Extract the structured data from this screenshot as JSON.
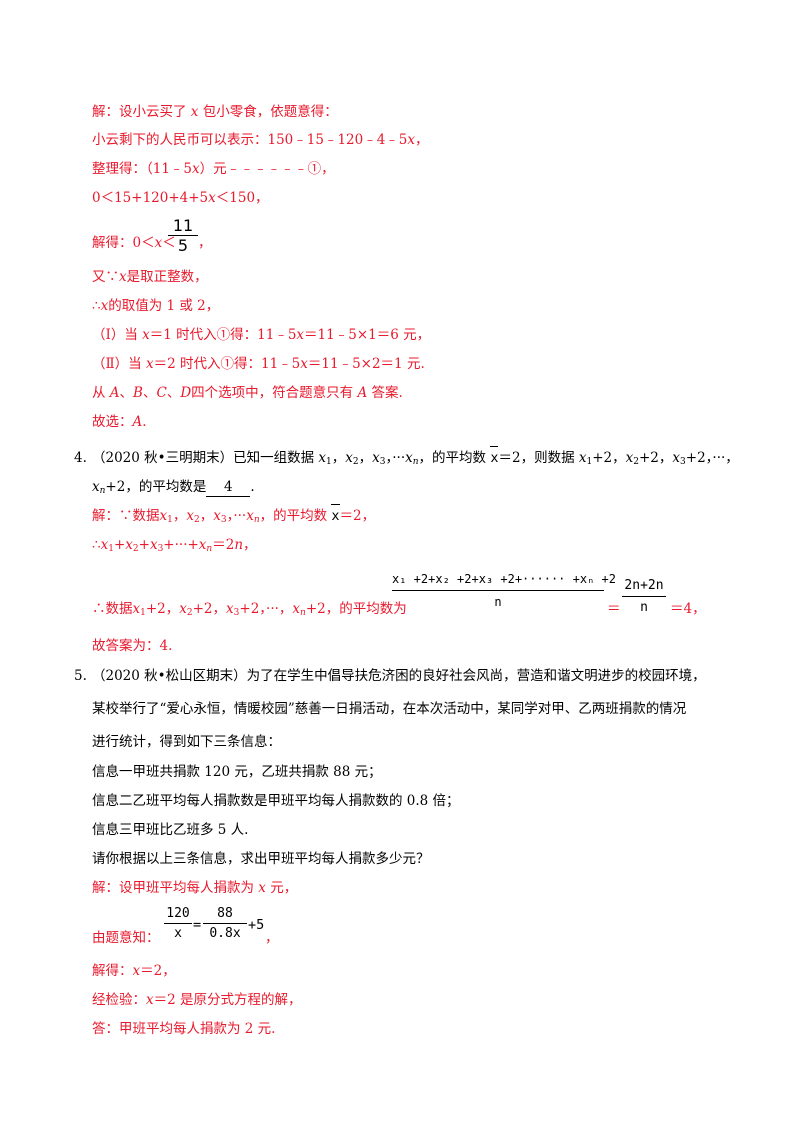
{
  "sol3": {
    "l1": "解：设小云买了",
    "l1b": "x",
    "l1c": "包小零食，依题意得：",
    "l2": "小云剩下的人民币可以表示：150﹣15﹣120﹣4﹣5",
    "l2b": "x",
    "l2c": "，",
    "l3": "整理得：（11﹣5",
    "l3b": "x",
    "l3c": "）元﹣﹣﹣﹣﹣﹣①，",
    "l4": "0＜15+120+4+5",
    "l4b": "x",
    "l4c": "＜150，",
    "l5": "解得：0＜",
    "l5b": "x",
    "l5c": "＜",
    "l5num": "11",
    "l5den": "5",
    "l5end": "，",
    "l6": "又∵",
    "l6b": "x",
    "l6c": "是取正整数，",
    "l7": "∴",
    "l7b": "x",
    "l7c": "的取值为 1 或 2，",
    "l8": "（Ⅰ）当",
    "l8b": "x",
    "l8c": "＝1 时代入①得：11﹣5",
    "l8d": "x",
    "l8e": "＝11﹣5×1＝6 元，",
    "l9": "（Ⅱ）当",
    "l9b": "x",
    "l9c": "＝2 时代入①得：11﹣5",
    "l9d": "x",
    "l9e": "＝11﹣5×2＝1 元.",
    "l10": "从",
    "l10a": "A",
    "l10b": "、",
    "l10c": "B",
    "l10d": "、",
    "l10e": "C",
    "l10f": "、",
    "l10g": "D",
    "l10h": "四个选项中，符合题意只有",
    "l10i": "A",
    "l10j": "答案.",
    "l11": "故选：",
    "l11b": "A",
    "l11c": "."
  },
  "q4": {
    "number": "4.",
    "text1": "（2020 秋•三明期末）已知一组数据",
    "text2": "的平均数",
    "xbar": "x",
    "text3": "＝2，则数据",
    "text4": "的平均数是",
    "answer": "4",
    "text5": ".",
    "sol1": "解：∵数据",
    "sol1b": "的平均数",
    "sol1c": "＝2，",
    "sol2": "∴",
    "sol2b": "＝2",
    "sol2c": "n",
    "sol2d": "，",
    "sol3": "∴数据",
    "sol3b": "的平均数为",
    "frac_num": "x₁ +2+x₂ +2+x₃ +2+······ +xₙ +2",
    "frac_den": "n",
    "eq1": "＝",
    "frac2_num": "2n+2n",
    "frac2_den": "n",
    "eq2": "＝4，",
    "sol4": "故答案为：4."
  },
  "q5": {
    "number": "5.",
    "p1": "（2020 秋•松山区期末）为了在学生中倡导扶危济困的良好社会风尚，营造和谐文明进步的校园环境，",
    "p2": "某校举行了“爱心永恒，情暖校园”慈善一日捐活动，在本次活动中，某同学对甲、乙两班捐款的情况",
    "p3": "进行统计，得到如下三条信息：",
    "i1": "信息一甲班共捐款 120 元，乙班共捐款 88 元；",
    "i2": "信息二乙班平均每人捐款数是甲班平均每人捐款数的 0.8 倍；",
    "i3": "信息三甲班比乙班多 5 人.",
    "ask": "请你根据以上三条信息，求出甲班平均每人捐款多少元？",
    "s1": "解：设甲班平均每人捐款为",
    "s1b": "x",
    "s1c": "元，",
    "s2": "由题意知：",
    "f1num": "120",
    "f1den": "x",
    "feq": "=",
    "f2num": "88",
    "f2den": "0.8x",
    "fplus": "+5",
    "s2end": "，",
    "s3": "解得：",
    "s3b": "x",
    "s3c": "＝2，",
    "s4": "经检验：",
    "s4b": "x",
    "s4c": "＝2 是原分式方程的解，",
    "s5": "答：甲班平均每人捐款为 2 元."
  }
}
